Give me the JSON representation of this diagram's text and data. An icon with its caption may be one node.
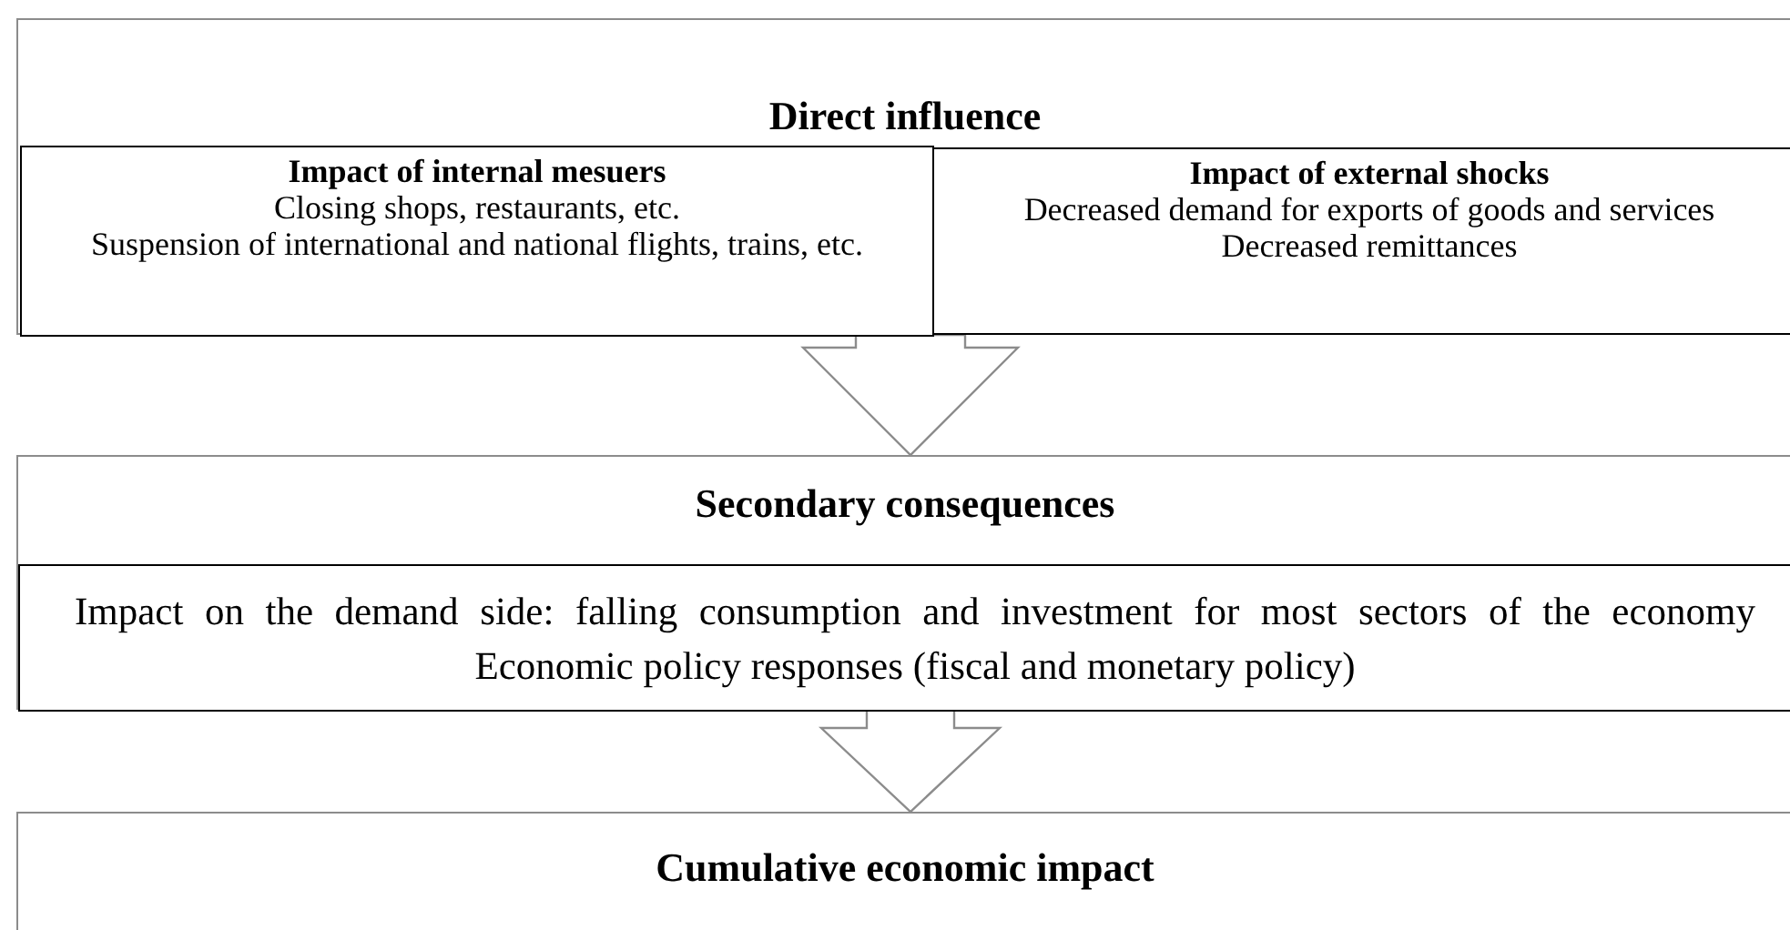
{
  "diagram": {
    "nodes": [
      {
        "text": [
          "Direct influence"
        ]
      },
      {
        "text": [
          "Impact of internal mesuers",
          "Closing shops, restaurants, etc.",
          "Suspension of international and national flights, trains, etc."
        ],
        "in": 0
      },
      {
        "text": [
          "Impact of external shocks",
          "Decreased demand for exports of goods and services",
          "Decreased remittances"
        ],
        "in": 0
      },
      {
        "text": [
          "Secondary consequences"
        ]
      },
      {
        "text": [
          "Impact on the demand side: falling consumption and investment for most sectors of the economy Economic policy responses (fiscal and monetary policy)"
        ],
        "in": 3
      },
      {
        "text": [
          "Cumulative economic impact"
        ]
      }
    ],
    "edges": [
      {
        "from": 0,
        "to": 3,
        "arrow": "to"
      },
      {
        "from": 3,
        "to": 5,
        "arrow": "to"
      }
    ]
  }
}
